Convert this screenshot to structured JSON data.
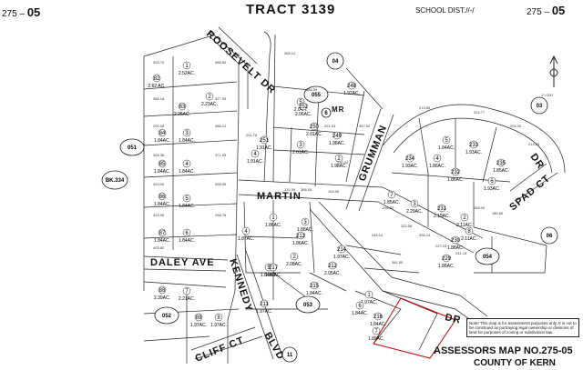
{
  "header": {
    "book_left_prefix": "275",
    "book_left_page": "05",
    "title": "TRACT 3139",
    "school_district": "SCHOOL DIST.//-/",
    "book_right_prefix": "275",
    "book_right_page": "05"
  },
  "streets": {
    "roosevelt": "ROOSEVELT DR",
    "martin": "MARTIN",
    "grumman": "GRUMMAN",
    "daley": "DALEY AVE",
    "kennedy": "KENNEDY",
    "cliff": "CLIFF CT",
    "blvd": "BLVD",
    "dr_bottom": "DR",
    "dr_right": "DR",
    "spad": "SPAD CT",
    "mr": "MR"
  },
  "bubbles": {
    "b04": "04",
    "b055": "055",
    "b051": "051",
    "bk334": "BK.334",
    "b052": "052",
    "b053": "053",
    "b054": "054",
    "b03": "03",
    "b06": "06",
    "b11": "11",
    "b6": "6"
  },
  "lots": [
    {
      "num": "1",
      "acres": "2.52AC."
    },
    {
      "num": "82",
      "acres": "2.62 AC."
    },
    {
      "num": "2",
      "acres": "2.23AC."
    },
    {
      "num": "83",
      "acres": "2.25AC."
    },
    {
      "num": "84",
      "acres": "1.84AC."
    },
    {
      "num": "3",
      "acres": "1.84AC."
    },
    {
      "num": "85",
      "acres": "1.84AC."
    },
    {
      "num": "4",
      "acres": "1.84AC."
    },
    {
      "num": "86",
      "acres": "1.84AC."
    },
    {
      "num": "5",
      "acres": "1.84AC."
    },
    {
      "num": "87",
      "acres": "1.84AC."
    },
    {
      "num": "6",
      "acres": "1.84AC."
    },
    {
      "num": "88",
      "acres": "2.39AC."
    },
    {
      "num": "7",
      "acres": "2.21AC."
    },
    {
      "num": "89",
      "acres": "1.97AC."
    },
    {
      "num": "8",
      "acres": "1.97AC."
    },
    {
      "num": "5",
      "acres": "2.04A."
    },
    {
      "num": "252",
      "acres": "2.06AC."
    },
    {
      "num": "248",
      "acres": "1.92AC."
    },
    {
      "num": "251",
      "acres": "1.91AC."
    },
    {
      "num": "250",
      "acres": "2.01AC."
    },
    {
      "num": "249",
      "acres": "1.98AC."
    },
    {
      "num": "4",
      "acres": "1.91AC."
    },
    {
      "num": "3",
      "acres": "2.01AC."
    },
    {
      "num": "2",
      "acres": "1.98AC."
    },
    {
      "num": "5",
      "acres": "1.84AC."
    },
    {
      "num": "233",
      "acres": "1.93AC."
    },
    {
      "num": "234",
      "acres": "1.93AC."
    },
    {
      "num": "4",
      "acres": "1.86AC."
    },
    {
      "num": "232",
      "acres": "1.86AC."
    },
    {
      "num": "235",
      "acres": "1.85AC."
    },
    {
      "num": "6",
      "acres": "1.93AC."
    },
    {
      "num": "7",
      "acres": "1.85AC."
    },
    {
      "num": "3",
      "acres": "2.29AC."
    },
    {
      "num": "231",
      "acres": "2.19AC."
    },
    {
      "num": "2",
      "acres": "2.11AC."
    },
    {
      "num": "8",
      "acres": "2.11AC."
    },
    {
      "num": "230",
      "acres": "1.88AC."
    },
    {
      "num": "229",
      "acres": "1.86AC."
    },
    {
      "num": "1",
      "acres": "1.86AC."
    },
    {
      "num": "3",
      "acres": "1.88AC."
    },
    {
      "num": "4",
      "acres": "1.87AC."
    },
    {
      "num": "213",
      "acres": "1.86AC."
    },
    {
      "num": "214",
      "acres": "1.97AC."
    },
    {
      "num": "5",
      "acres": "1.84AC."
    },
    {
      "num": "2",
      "acres": "2.08AC."
    },
    {
      "num": "212",
      "acres": "2.05AC."
    },
    {
      "num": "215",
      "acres": "1.84AC."
    },
    {
      "num": "211",
      "acres": "1.97AC."
    },
    {
      "num": "1",
      "acres": "1.97AC."
    },
    {
      "num": "6",
      "acres": "1.84AC."
    },
    {
      "num": "216",
      "acres": "1.84AC."
    },
    {
      "num": "7",
      "acres": "1.89AC."
    },
    {
      "num": "217",
      "acres": "1.89AC."
    }
  ],
  "dims": [
    "393.70",
    "386.18",
    "290.08",
    "326.36",
    "420.09",
    "323.05",
    "403.82",
    "386.50",
    "327.95",
    "386.12",
    "371.95",
    "398.95",
    "268.76",
    "201.78",
    "132.09",
    "386.53",
    "194.05",
    "298.62",
    "322.58",
    "336.14",
    "227.23",
    "241.15",
    "265.09",
    "180.60",
    "355.12",
    "388.59",
    "221.33",
    "230.42",
    "347.52",
    "213.85",
    "324.77",
    "202.20",
    "213.83",
    "246.14",
    "381.55"
  ],
  "note": "Note! This map is for assessment purposes only. It is not to be construed as portraying legal ownership or divisions of land for purposes of zoning or subdivision law.",
  "footer": {
    "line1_prefix": "ASSESSORS MAP NO.",
    "line1_no": "275-05",
    "line2": "COUNTY OF KERN"
  },
  "north_scale": "1\"=200'"
}
